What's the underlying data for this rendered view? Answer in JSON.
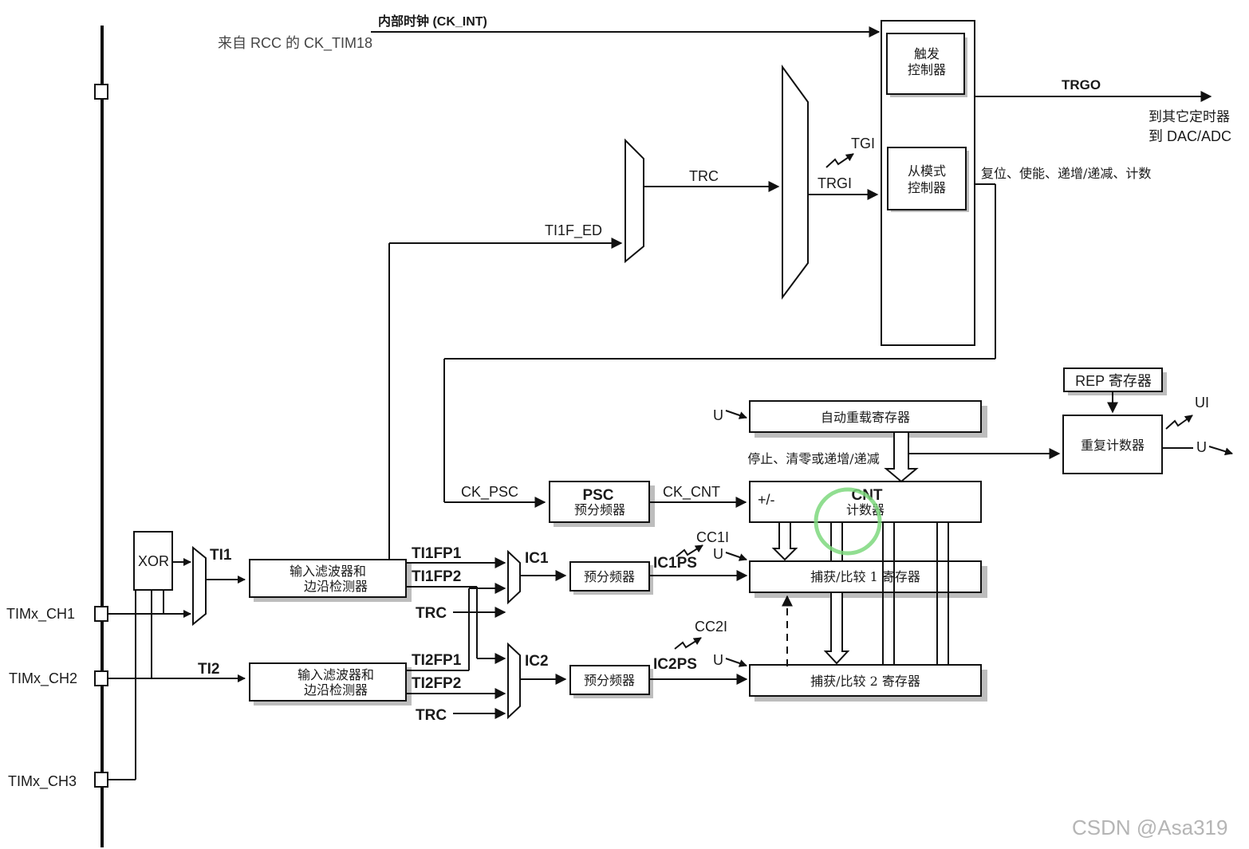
{
  "clock": {
    "internal_clock": "内部时钟 (CK_INT)",
    "rcc_source": "来自 RCC 的 CK_TIM18"
  },
  "controllers": {
    "trigger_controller": [
      "触发",
      "控制器"
    ],
    "slave_mode_controller": [
      "从模式",
      "控制器"
    ]
  },
  "outputs": {
    "trgo": "TRGO",
    "trgo_dest_1": "到其它定时器",
    "trgo_dest_2": "到 DAC/ADC",
    "slave_actions": "复位、使能、递增/递减、计数"
  },
  "signals": {
    "tgi": "TGI",
    "trgi": "TRGI",
    "trc": "TRC",
    "ti1f_ed": "TI1F_ED",
    "ck_psc": "CK_PSC",
    "ck_cnt": "CK_CNT",
    "ti1": "TI1",
    "ti2": "TI2",
    "xor": "XOR",
    "ti1fp1": "TI1FP1",
    "ti1fp2": "TI1FP2",
    "ti2fp1": "TI2FP1",
    "ti2fp2": "TI2FP2",
    "trc_ch1": "TRC",
    "trc_ch2": "TRC",
    "ic1": "IC1",
    "ic2": "IC2",
    "ic1ps": "IC1PS",
    "ic2ps": "IC2PS",
    "cc1i": "CC1I",
    "cc2i": "CC2I",
    "u_arr": "U",
    "u_cc1": "U",
    "u_cc2": "U",
    "u_rep": "U",
    "ui": "UI"
  },
  "blocks": {
    "auto_reload": "自动重载寄存器",
    "stop_clear": "停止、清零或递增/递减",
    "psc_title": "PSC",
    "psc_sub": "预分频器",
    "cnt_title": "CNT",
    "cnt_sub": "计数器",
    "cnt_updown": "+/-",
    "rep_register": "REP 寄存器",
    "repetition_counter": "重复计数器",
    "input_filter_lines": [
      "输入滤波器和",
      "边沿检测器"
    ],
    "prescaler": "预分频器",
    "capture_compare_1": "捕获/比较 1 寄存器",
    "capture_compare_2": "捕获/比较 2 寄存器"
  },
  "pins": {
    "ch1": "TIMx_CH1",
    "ch2": "TIMx_CH2",
    "ch3": "TIMx_CH3"
  },
  "watermark": "CSDN @Asa319"
}
